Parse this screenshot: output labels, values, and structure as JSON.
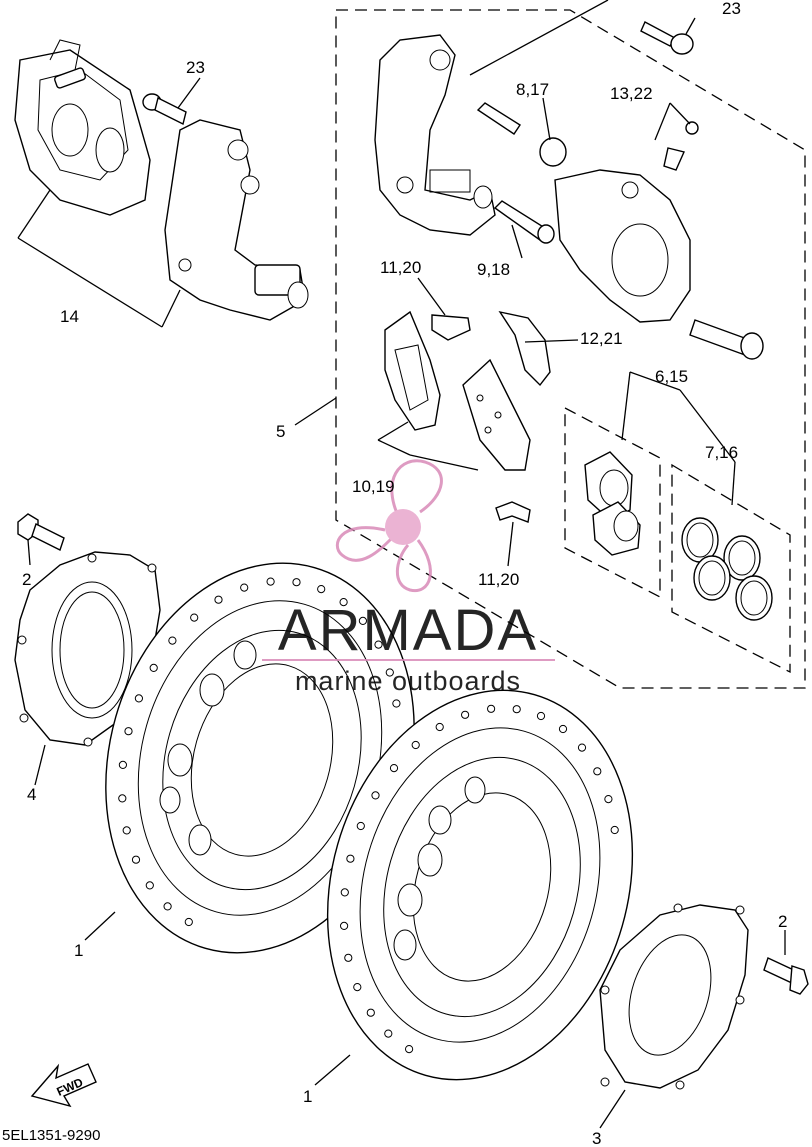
{
  "labels": {
    "l23a": "23",
    "l23b": "23",
    "l8_17": "8,17",
    "l13_22": "13,22",
    "l9_18": "9,18",
    "l11_20a": "11,20",
    "l12_21": "12,21",
    "l14": "14",
    "l5": "5",
    "l6_15": "6,15",
    "l7_16": "7,16",
    "l10_19": "10,19",
    "l11_20b": "11,20",
    "l2a": "2",
    "l4": "4",
    "l1a": "1",
    "l2b": "2",
    "l1b": "1",
    "l3": "3"
  },
  "fwd": "FWD",
  "diagram_code": "5EL1351-9290",
  "watermark": {
    "brand": "ARMADA",
    "tagline": "marine outboards",
    "color": "#d98ab8",
    "dot_color": "#e8a6cc"
  }
}
